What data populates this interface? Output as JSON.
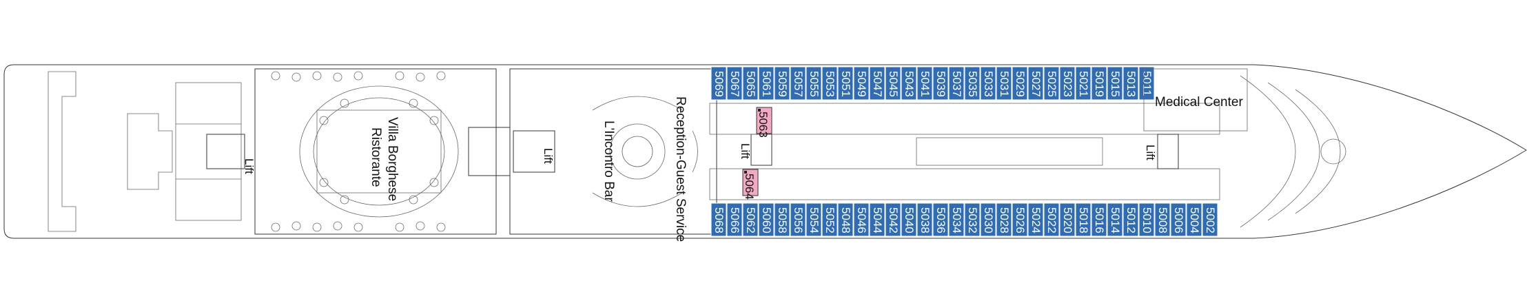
{
  "legend": {
    "highlight_color": "#f2a9c4",
    "cabin_color": "#2f6cb3"
  },
  "labels": {
    "lift": "Lift",
    "villa_borghese": "Villa Borghese",
    "ristorante": "Ristorante",
    "lincontro_bar": "L'Incontro Bar",
    "reception": "Reception-Guest Service",
    "medical_center": "Medical Center"
  },
  "cabins_top": [
    "5069",
    "5067",
    "5065",
    "5061",
    "5059",
    "5057",
    "5055",
    "5053",
    "5051",
    "5049",
    "5047",
    "5045",
    "5043",
    "5041",
    "5039",
    "5037",
    "5035",
    "5033",
    "5031",
    "5029",
    "5027",
    "5025",
    "5023",
    "5021",
    "5019",
    "5015",
    "5013",
    "5011"
  ],
  "cabins_bottom": [
    "5068",
    "5066",
    "5062",
    "5060",
    "5058",
    "5056",
    "5054",
    "5052",
    "5048",
    "5046",
    "5044",
    "5042",
    "5040",
    "5038",
    "5036",
    "5034",
    "5032",
    "5030",
    "5028",
    "5026",
    "5024",
    "5022",
    "5020",
    "5018",
    "5016",
    "5014",
    "5012",
    "5010",
    "5008",
    "5006",
    "5004",
    "5002"
  ],
  "cabins_highlighted": [
    "5063",
    "5064"
  ]
}
